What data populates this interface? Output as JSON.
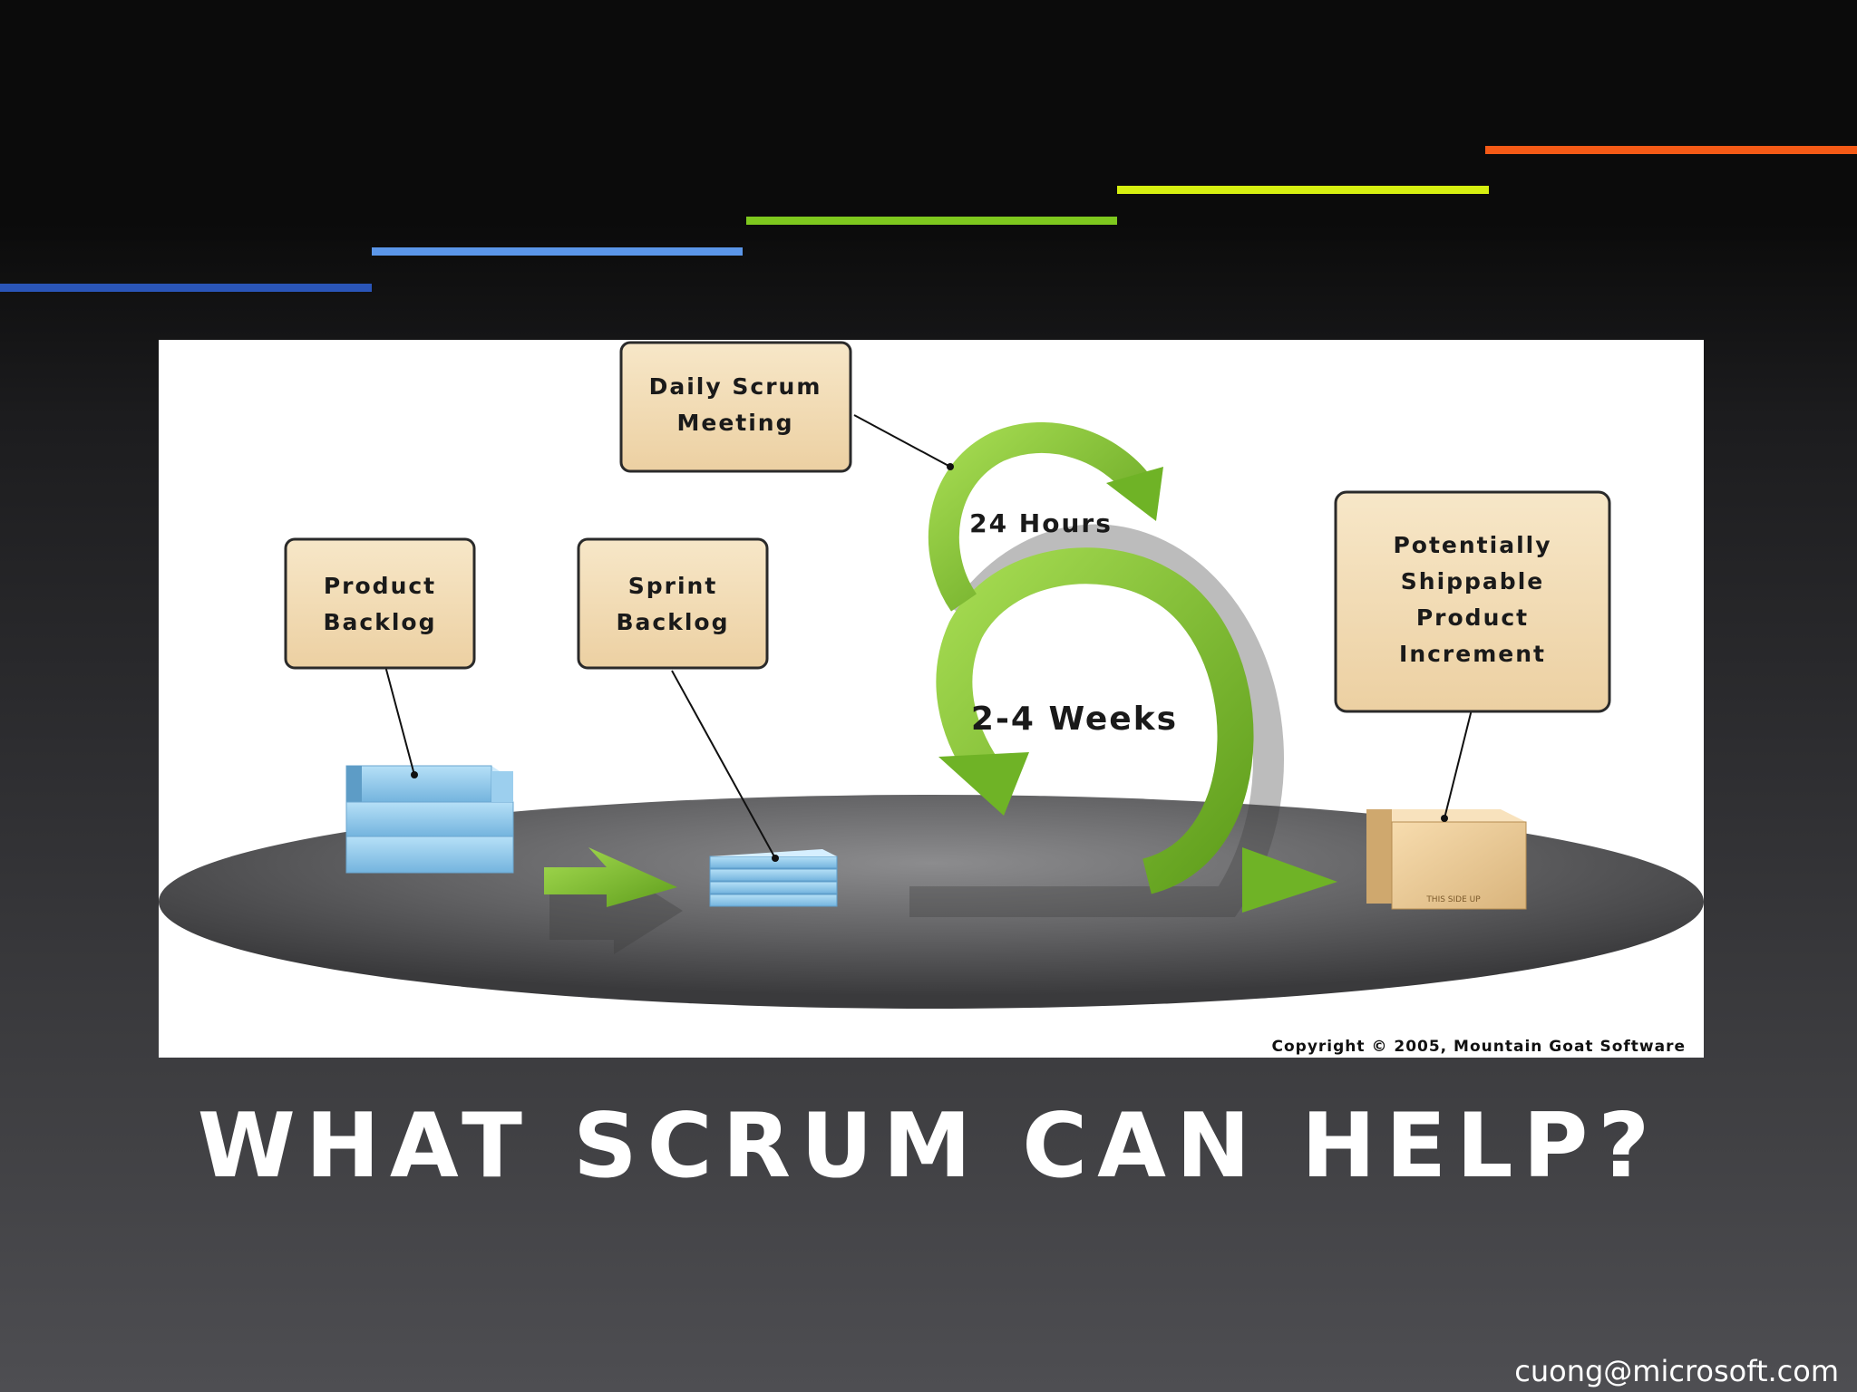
{
  "decor": {
    "stripe_colors": [
      "#2a55b8",
      "#5b96e8",
      "#7ec81e",
      "#d6ef10",
      "#f55a16"
    ]
  },
  "diagram": {
    "daily_scrum": [
      "Daily Scrum",
      "Meeting"
    ],
    "product_backlog": [
      "Product",
      "Backlog"
    ],
    "sprint_backlog": [
      "Sprint",
      "Backlog"
    ],
    "increment": [
      "Potentially",
      "Shippable",
      "Product",
      "Increment"
    ],
    "hours": "24 Hours",
    "weeks": "2-4 Weeks",
    "this_side_up": "THIS SIDE UP",
    "copyright": "Copyright © 2005, Mountain Goat Software",
    "colors": {
      "callout_fill": "#f3dcb6",
      "arrow_green": "#7ec42a",
      "stack_blue": "#8cc9ec",
      "box_tan": "#f0d09c"
    }
  },
  "slide": {
    "title": "WHAT SCRUM CAN HELP?",
    "footer_email": "cuong@microsoft.com"
  }
}
